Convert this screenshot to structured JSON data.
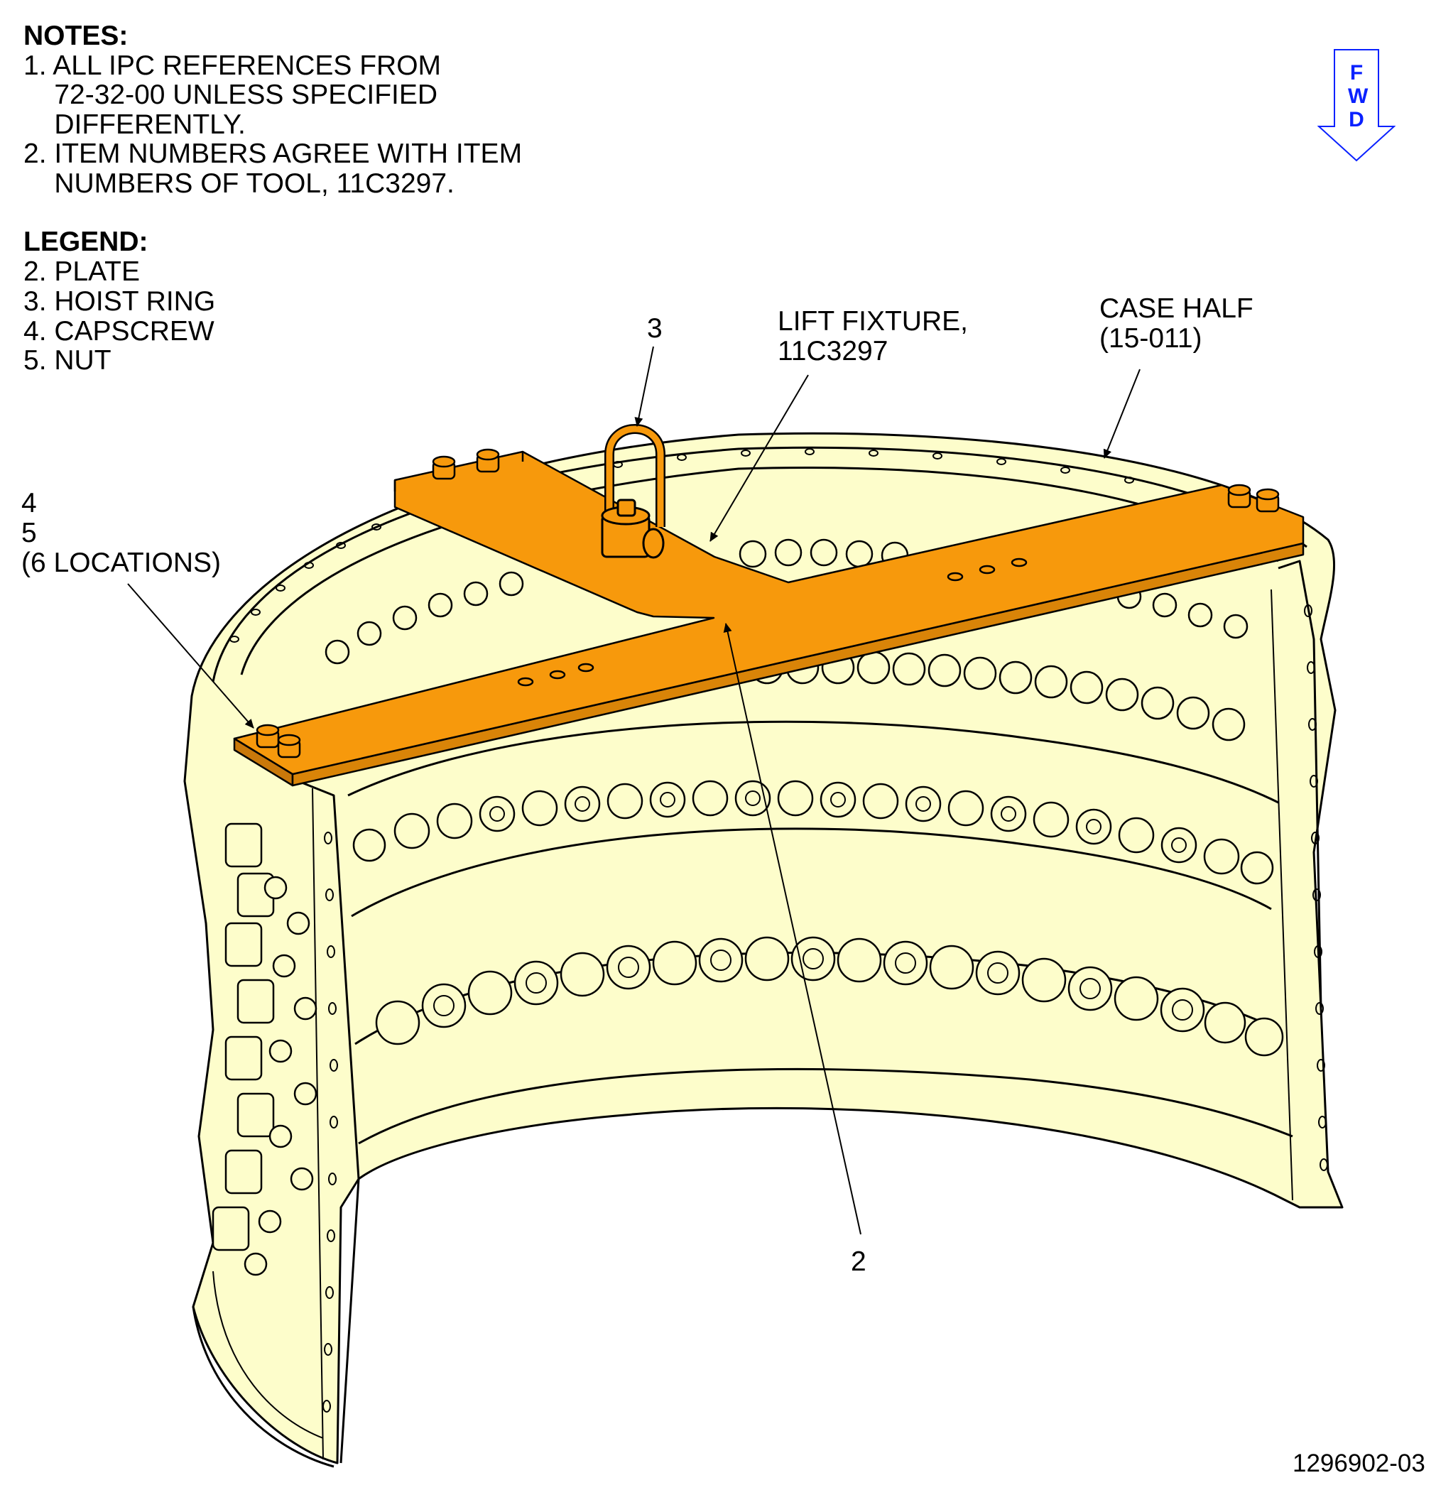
{
  "notes": {
    "heading": "NOTES:",
    "lines": [
      "1. ALL IPC REFERENCES FROM",
      "    72-32-00 UNLESS SPECIFIED",
      "    DIFFERENTLY.",
      "2. ITEM NUMBERS AGREE WITH ITEM",
      "    NUMBERS OF TOOL, 11C3297."
    ]
  },
  "legend": {
    "heading": "LEGEND:",
    "items": [
      "2. PLATE",
      "3. HOIST RING",
      "4. CAPSCREW",
      "5. NUT"
    ]
  },
  "fwd_indicator": {
    "letters": [
      "F",
      "W",
      "D"
    ],
    "color": "#0a21ff"
  },
  "callouts": {
    "item3": "3",
    "lift_fixture": [
      "LIFT FIXTURE,",
      "11C3297"
    ],
    "case_half": [
      "CASE HALF",
      "(15-011)"
    ],
    "items45": [
      "4",
      "5",
      "(6 LOCATIONS)"
    ],
    "item2": "2"
  },
  "figure_id": "1296902-03",
  "colors": {
    "fixture": "#f7990c",
    "case": "#fdfdcb",
    "outline": "#000000"
  },
  "icons": [
    "fwd-arrow-icon",
    "hoist-ring-icon",
    "capscrew-icon"
  ]
}
